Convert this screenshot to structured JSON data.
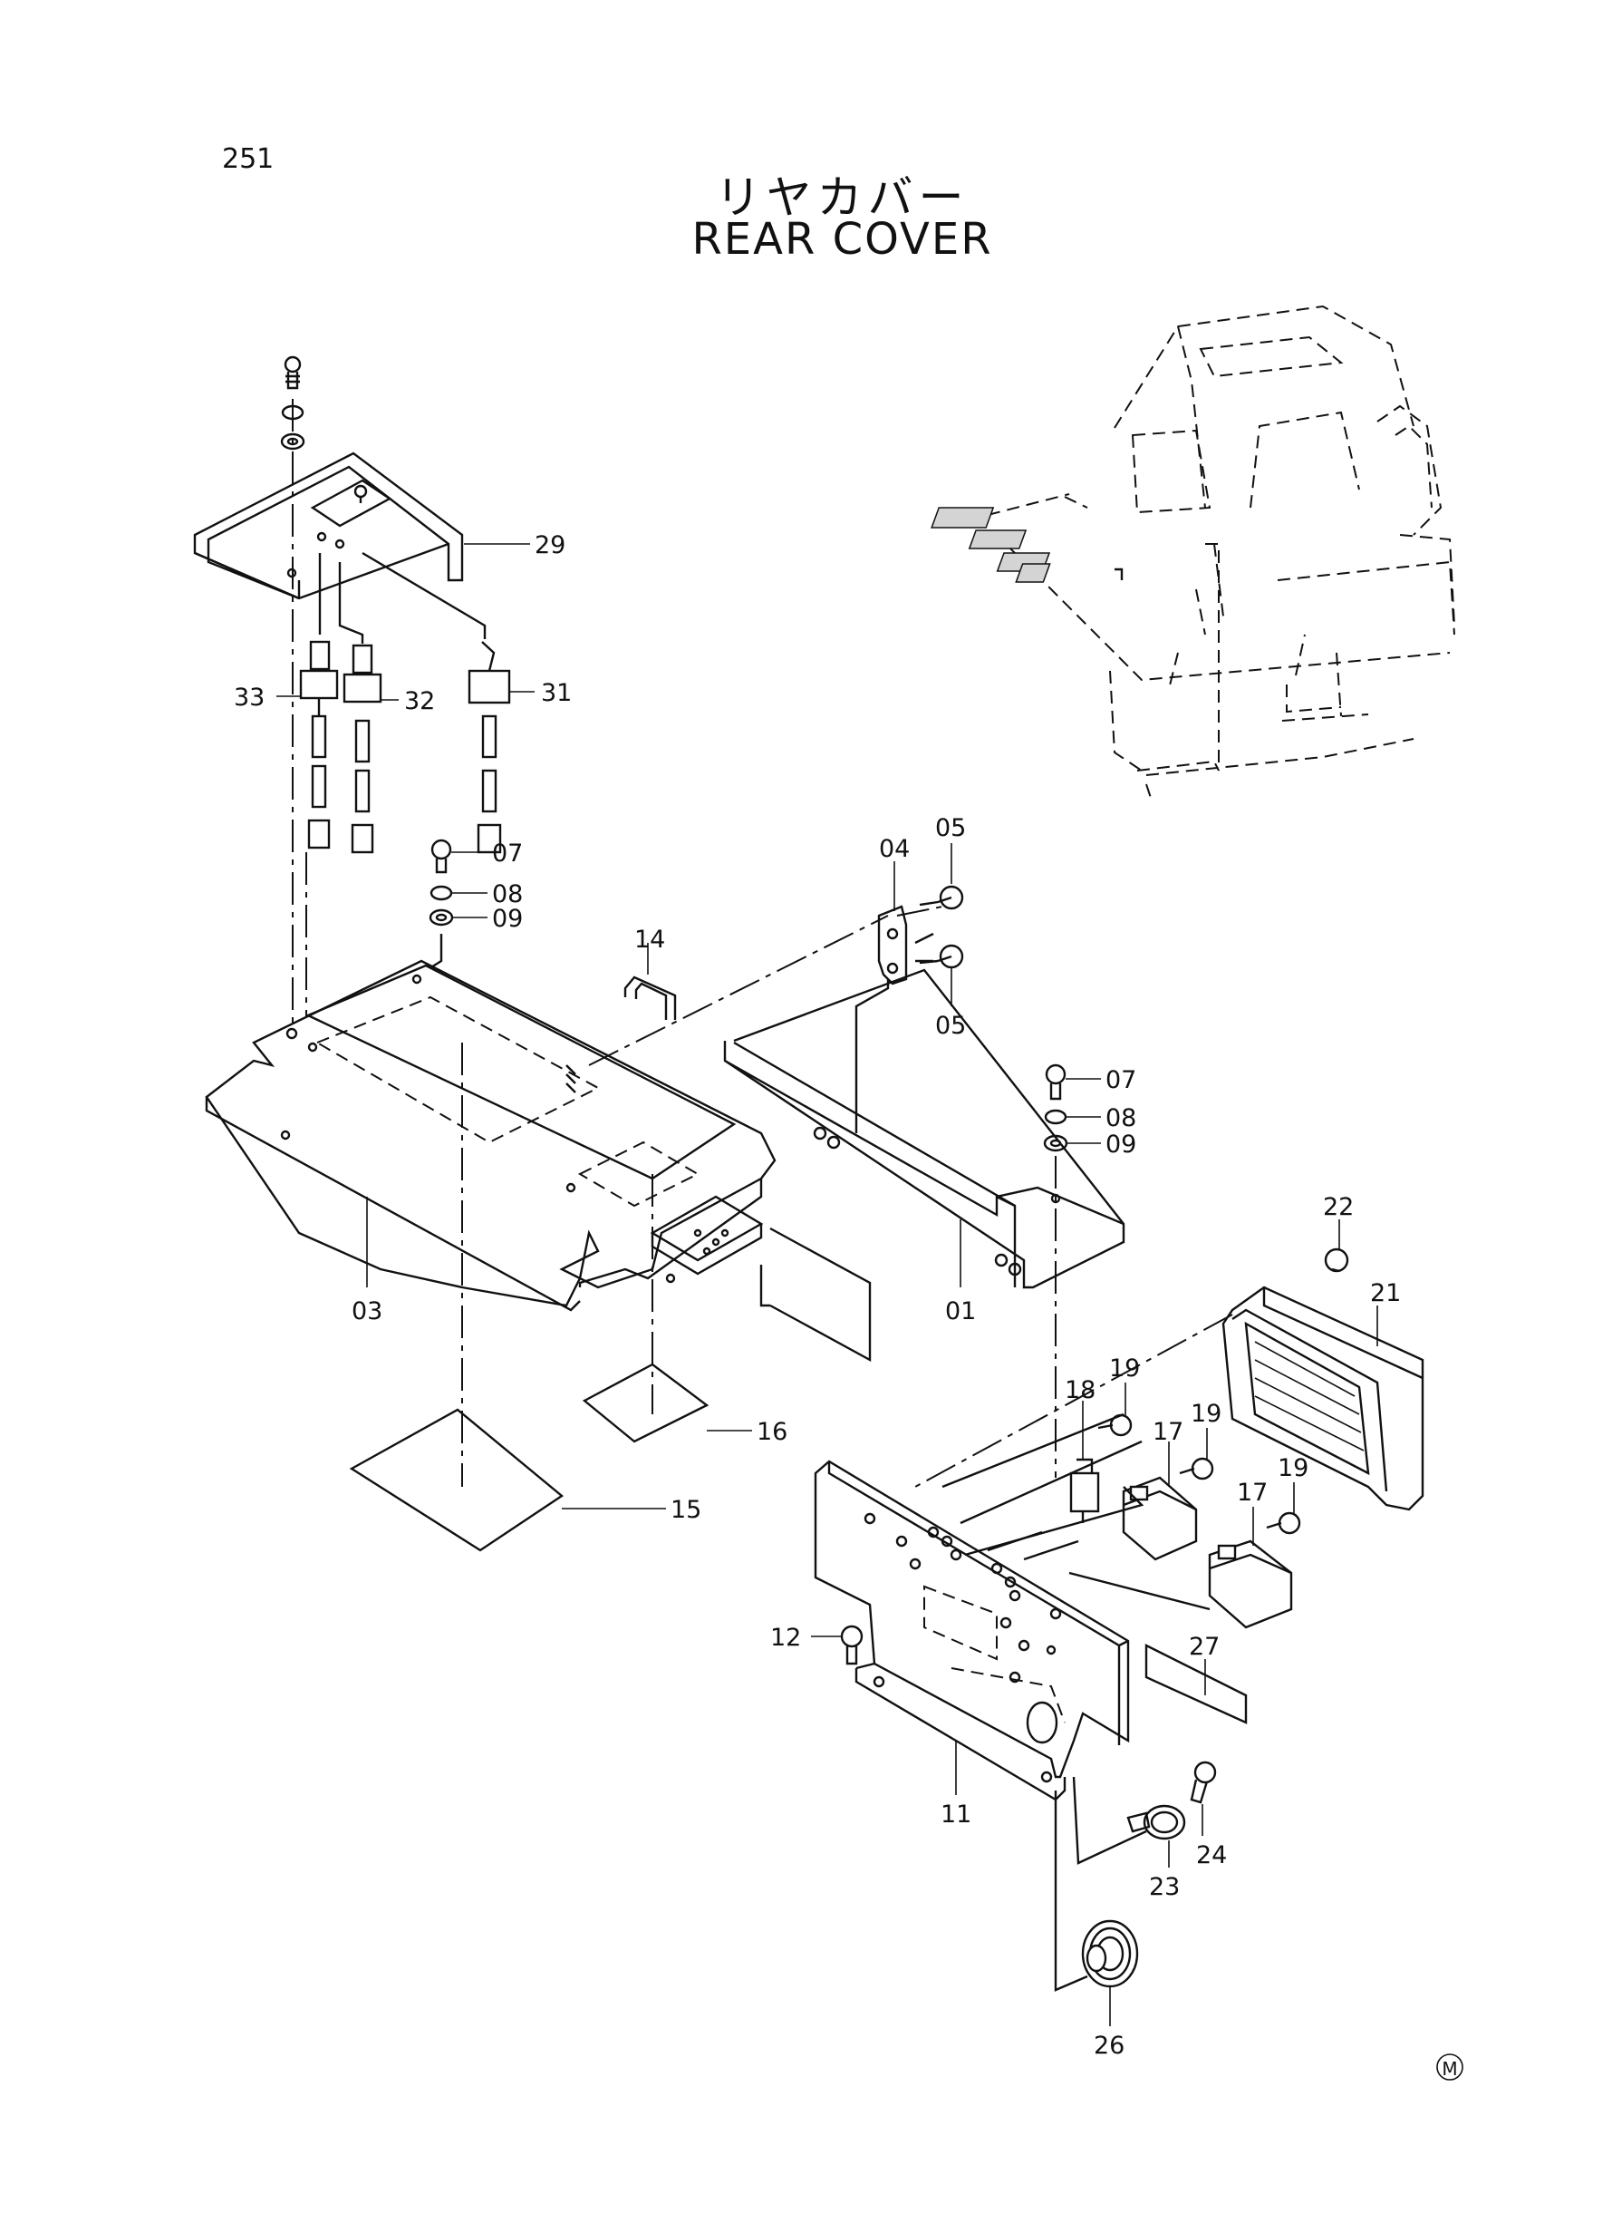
{
  "page_number": "251",
  "title_jp": "リヤカバー",
  "title_en": "REAR COVER",
  "part_labels": {
    "p29": "29",
    "p33": "33",
    "p32": "32",
    "p31": "31",
    "p07a": "07",
    "p08a": "08",
    "p09a": "09",
    "p04": "04",
    "p05a": "05",
    "p05b": "05",
    "p14": "14",
    "p03": "03",
    "p01": "01",
    "p07b": "07",
    "p08b": "08",
    "p09b": "09",
    "p22": "22",
    "p21": "21",
    "p18": "18",
    "p19a": "19",
    "p19b": "19",
    "p19c": "19",
    "p17a": "17",
    "p17b": "17",
    "p16": "16",
    "p15": "15",
    "p12": "12",
    "p27": "27",
    "p11": "11",
    "p24": "24",
    "p23": "23",
    "p26": "26"
  },
  "mark": "M"
}
